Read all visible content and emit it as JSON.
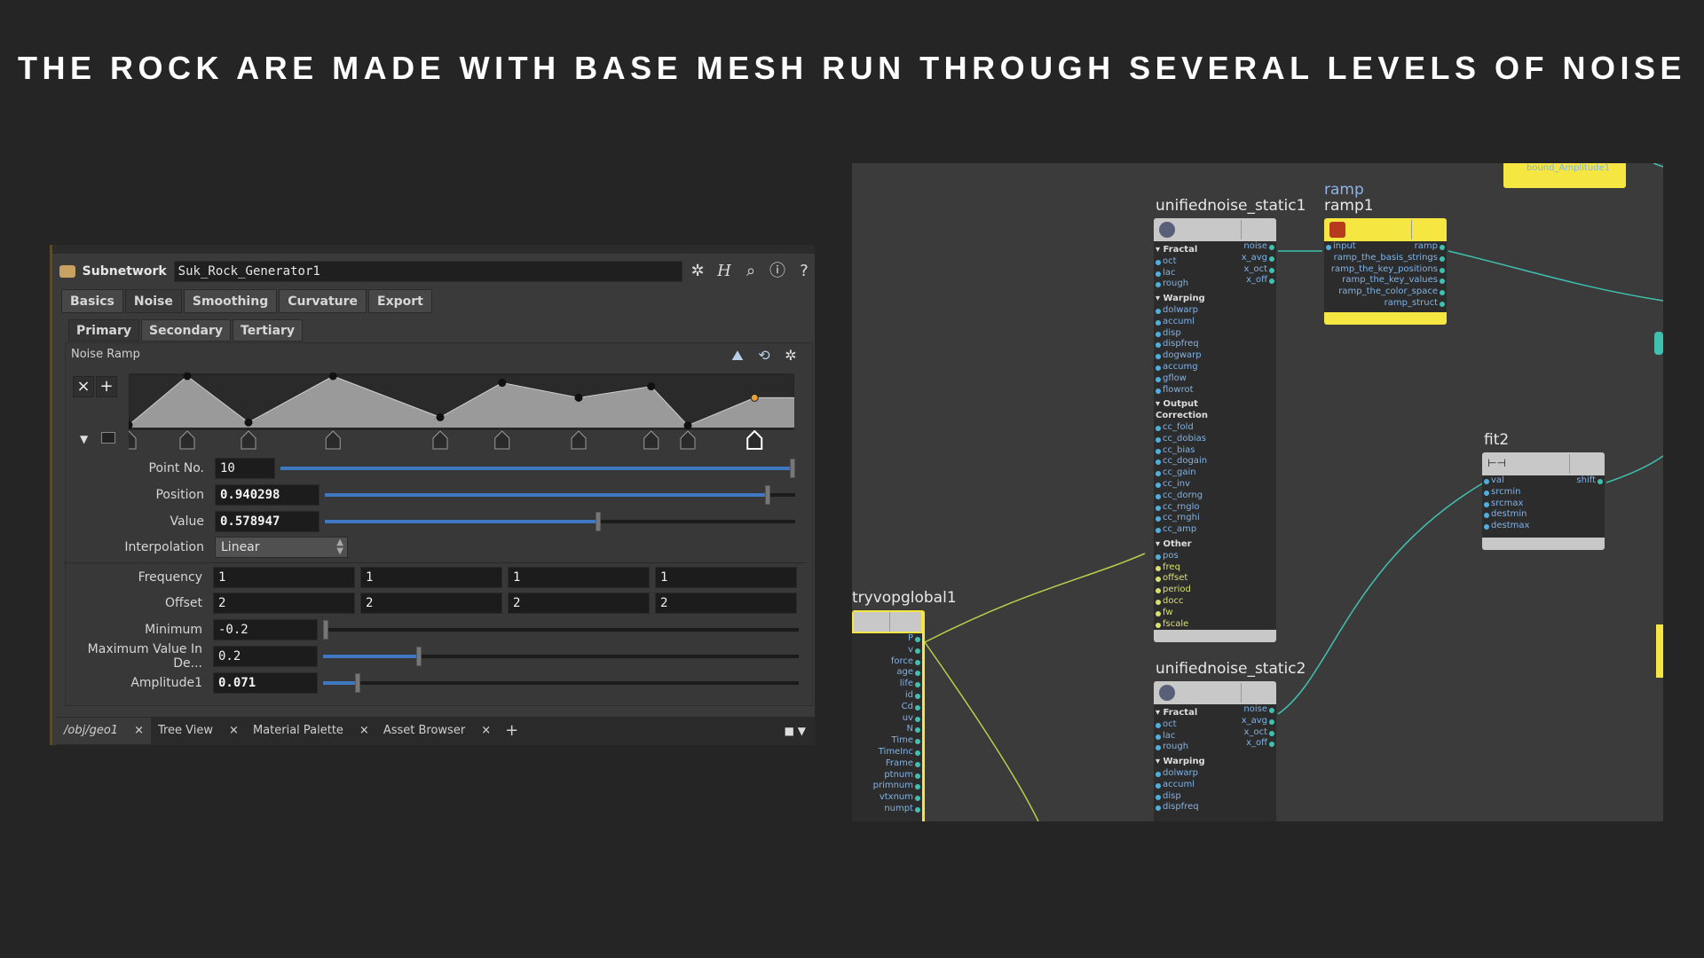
{
  "headline": "THE ROCK ARE MADE WITH BASE MESH RUN THROUGH SEVERAL LEVELS OF NOISE",
  "panel": {
    "node_type": "Subnetwork",
    "node_name": "Suk_Rock_Generator1",
    "tabs": [
      "Basics",
      "Noise",
      "Smoothing",
      "Curvature",
      "Export"
    ],
    "active_tab": "Noise",
    "subtabs": [
      "Primary",
      "Secondary",
      "Tertiary"
    ],
    "active_subtab": "Primary",
    "ramp": {
      "label": "Noise Ramp",
      "remove_btn": "×",
      "add_btn": "+",
      "keys": [
        {
          "pos": 0.0,
          "val": 0.05
        },
        {
          "pos": 0.088,
          "val": 1.0
        },
        {
          "pos": 0.18,
          "val": 0.1
        },
        {
          "pos": 0.307,
          "val": 1.0
        },
        {
          "pos": 0.468,
          "val": 0.2
        },
        {
          "pos": 0.561,
          "val": 0.87
        },
        {
          "pos": 0.676,
          "val": 0.58
        },
        {
          "pos": 0.785,
          "val": 0.8
        },
        {
          "pos": 0.84,
          "val": 0.04
        },
        {
          "pos": 0.940298,
          "val": 0.578947
        }
      ],
      "selected_key": 10
    },
    "params": {
      "point_no": {
        "label": "Point No.",
        "value": "10"
      },
      "position": {
        "label": "Position",
        "value": "0.940298"
      },
      "value": {
        "label": "Value",
        "value": "0.578947"
      },
      "interpolation": {
        "label": "Interpolation",
        "value": "Linear"
      },
      "frequency": {
        "label": "Frequency",
        "values": [
          "1",
          "1",
          "1",
          "1"
        ]
      },
      "offset": {
        "label": "Offset",
        "values": [
          "2",
          "2",
          "2",
          "2"
        ]
      },
      "minimum": {
        "label": "Minimum",
        "value": "-0.2"
      },
      "max_value": {
        "label": "Maximum Value In De...",
        "value": "0.2"
      },
      "amplitude": {
        "label": "Amplitude1",
        "value": "0.071"
      }
    },
    "bottom_tabs": [
      "/obj/geo1",
      "Tree View",
      "Material Palette",
      "Asset Browser"
    ],
    "accent_color": "#3d78c0"
  },
  "network": {
    "noise1": {
      "title": "unifiednoise_static1",
      "sections": [
        {
          "name": "Fractal",
          "ports": [
            "oct",
            "lac",
            "rough"
          ]
        },
        {
          "name": "Warping",
          "ports": [
            "dolwarp",
            "accuml",
            "disp",
            "dispfreq",
            "dogwarp",
            "accumg",
            "gflow",
            "flowrot"
          ]
        },
        {
          "name": "Output Correction",
          "ports": [
            "cc_fold",
            "cc_dobias",
            "cc_bias",
            "cc_dogain",
            "cc_gain",
            "cc_inv",
            "cc_dorng",
            "cc_rnglo",
            "cc_rnghi",
            "cc_amp"
          ]
        },
        {
          "name": "Other",
          "ports": [
            "pos",
            "freq",
            "offset",
            "period",
            "docc",
            "fw",
            "fscale"
          ]
        }
      ],
      "outputs": [
        "noise",
        "x_avg",
        "x_oct",
        "x_off"
      ]
    },
    "noise2": {
      "title": "unifiednoise_static2",
      "sections": [
        {
          "name": "Fractal",
          "ports": [
            "oct",
            "lac",
            "rough"
          ]
        },
        {
          "name": "Warping",
          "ports": [
            "dolwarp",
            "accuml",
            "disp",
            "dispfreq"
          ]
        }
      ],
      "outputs": [
        "noise",
        "x_avg",
        "x_oct",
        "x_off"
      ]
    },
    "ramp": {
      "type": "ramp",
      "title": "ramp1",
      "inputs": [
        "input"
      ],
      "outputs": [
        "ramp",
        "ramp_the_basis_strings",
        "ramp_the_key_positions",
        "ramp_the_key_values",
        "ramp_the_color_space",
        "ramp_struct"
      ]
    },
    "fit": {
      "title": "fit2",
      "inputs": [
        "val",
        "srcmin",
        "srcmax",
        "destmin",
        "destmax"
      ],
      "outputs": [
        "shift"
      ]
    },
    "global": {
      "title": "tryvopglobal1",
      "outputs": [
        "P",
        "v",
        "force",
        "age",
        "life",
        "id",
        "Cd",
        "uv",
        "N",
        "Time",
        "TimeInc",
        "Frame",
        "ptnum",
        "primnum",
        "vtxnum",
        "numpt"
      ]
    },
    "bound_label": "bound_Amplitude1"
  }
}
